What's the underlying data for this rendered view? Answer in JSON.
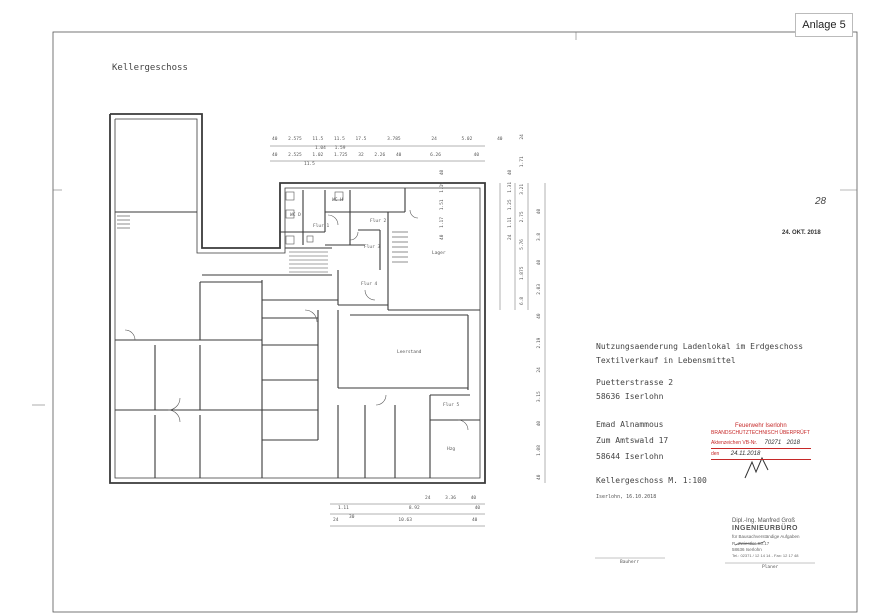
{
  "sheet": {
    "annex_label": "Anlage 5",
    "floor_title": "Kellergeschoss",
    "page_number": "28",
    "received_stamp": "24. OKT. 2018"
  },
  "rooms": {
    "wc_d": "WC D",
    "wc_h": "WC H",
    "flur1": "Flur 1",
    "flur2": "Flur 2",
    "flur3": "Flur 3",
    "flur4": "Flur 4",
    "flur5": "Flur 5",
    "lager": "Lager",
    "leerstand": "Leerstand",
    "hzg": "Hzg"
  },
  "dimensions": {
    "top1": [
      "40",
      "2.575",
      "11.5",
      "11.5",
      "17.5",
      "3.785",
      "24",
      "5.02",
      "40"
    ],
    "top1_sub": [
      "1.04",
      "1.59"
    ],
    "top2": [
      "40",
      "2.525",
      "1.02",
      "1.725",
      "32",
      "2.26",
      "40",
      "6.26",
      "40"
    ],
    "top2_sub": "11.5",
    "bottom1": [
      "24",
      "3.36",
      "40"
    ],
    "bottom2": [
      "1.11",
      "8.92",
      "40"
    ],
    "bottom2_sub": "30",
    "bottom3": [
      "24",
      "10.63",
      "40"
    ],
    "right_col1": [
      "40",
      "1.17",
      "1.51",
      "1.19",
      "40"
    ],
    "right_col2": [
      "24",
      "1.11",
      "1.25",
      "1.31",
      "40"
    ],
    "right_col3": [
      "6.8",
      "1.875",
      "5.76",
      "2.75",
      "3.21",
      "1.71",
      "24"
    ],
    "right_col4": [
      "40",
      "1.08",
      "40",
      "3.15",
      "24",
      "2.19",
      "40",
      "2.03",
      "40",
      "3.8",
      "40"
    ]
  },
  "project": {
    "title_line1": "Nutzungsaenderung Ladenlokal im Erdgeschoss",
    "title_line2": "Textilverkauf in Lebensmittel",
    "street": "Puetterstrasse 2",
    "city": "58636 Iserlohn",
    "owner_name": "Emad Alnammous",
    "owner_street": "Zum Amtswald 17",
    "owner_city": "58644 Iserlohn",
    "drawing": "Kellergeschoss  M. 1:100",
    "date": "Iserlohn, 16.10.2018",
    "bauherr_label": "Bauherr",
    "planer_label": "Planer"
  },
  "fire_stamp": {
    "line1": "Feuerwehr Iserlohn",
    "line2": "BRANDSCHUTZTECHNISCH ÜBERPRÜFT",
    "aktenzeichen_label": "Aktenzeichen VB-Nr.",
    "aktenzeichen_value": "70271",
    "year": "2018",
    "date_label": "den",
    "date_value": "24.11.2018"
  },
  "planner_stamp": {
    "name": "Dipl.-Ing. Manfred Groß",
    "firm": "INGENIEURBÜRO",
    "sub": "für Bausachverständige Aufgaben",
    "street": "R.-Zwiestler-Str.17",
    "city": "58636 Iserlohn",
    "phone": "Tel.: 02371 / 12 14 14  -  Fax: 12 17 48"
  }
}
